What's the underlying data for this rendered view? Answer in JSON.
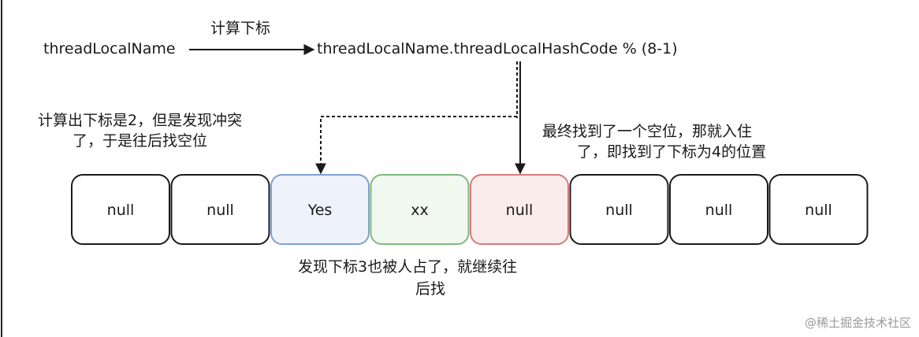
{
  "source_label": "threadLocalName",
  "arrow_label": "计算下标",
  "target_expression": "threadLocalName.threadLocalHashCode % (8-1)",
  "note_left_line1": "计算出下标是2，但是发现冲突",
  "note_left_line2": "了，于是往后找空位",
  "note_right_line1": "最终找到了一个空位，那就入住",
  "note_right_line2": "了，即找到了下标为4的位置",
  "note_bottom_line1": "发现下标3也被人占了，就继续往",
  "note_bottom_line2": "后找",
  "cells": [
    "null",
    "null",
    "Yes",
    "xx",
    "null",
    "null",
    "null",
    "null"
  ],
  "cell_styles": [
    {
      "stroke": "#1a1a1a",
      "fill": "#ffffff"
    },
    {
      "stroke": "#1a1a1a",
      "fill": "#ffffff"
    },
    {
      "stroke": "#7fa0cf",
      "fill": "#eef3fb"
    },
    {
      "stroke": "#7fb87f",
      "fill": "#f1f8f0"
    },
    {
      "stroke": "#d77a7a",
      "fill": "#fbecec"
    },
    {
      "stroke": "#1a1a1a",
      "fill": "#ffffff"
    },
    {
      "stroke": "#1a1a1a",
      "fill": "#ffffff"
    },
    {
      "stroke": "#1a1a1a",
      "fill": "#ffffff"
    }
  ],
  "watermark_brand": "@稀土掘金技术社区"
}
